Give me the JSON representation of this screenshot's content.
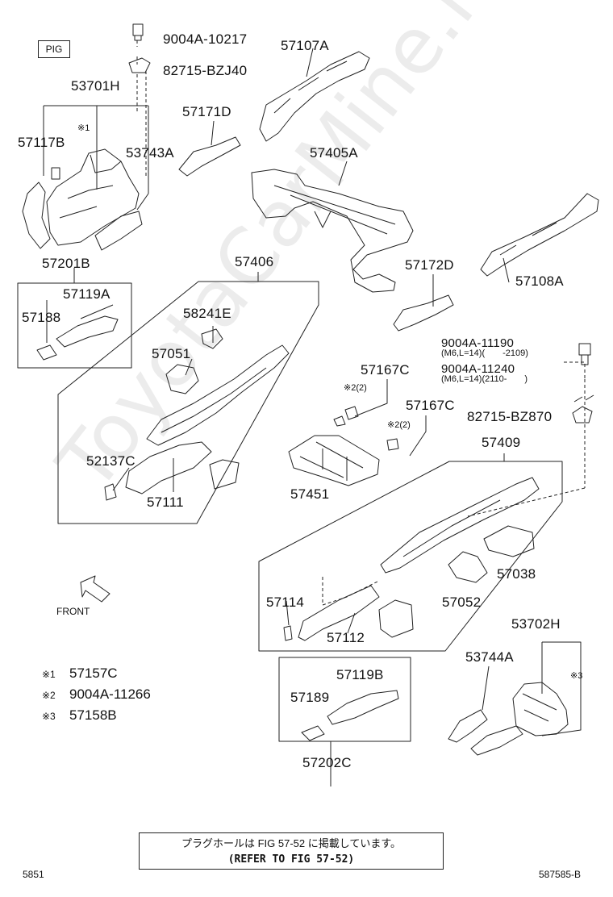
{
  "figure_badge": "PIG",
  "watermark": "ToyotaCarMine.ru",
  "parts": {
    "p9004A10217": "9004A-10217",
    "p82715BZJ40": "82715-BZJ40",
    "p53701H": "53701H",
    "p57107A": "57107A",
    "p57171D": "57171D",
    "p57117B": "57117B",
    "p53743A": "53743A",
    "p57405A": "57405A",
    "p57201B": "57201B",
    "p57406": "57406",
    "p57119A": "57119A",
    "p57188": "57188",
    "p58241E": "58241E",
    "p57051": "57051",
    "p57108A": "57108A",
    "p57172D": "57172D",
    "p9004A11190": "9004A-11190",
    "p9004A11240": "9004A-11240",
    "p57167C_1": "57167C",
    "p57167C_2": "57167C",
    "p82715BZ870": "82715-BZ870",
    "p52137C": "52137C",
    "p57111": "57111",
    "p57451": "57451",
    "p57409": "57409",
    "p57038": "57038",
    "p57052": "57052",
    "p57114": "57114",
    "p57112": "57112",
    "p53702H": "53702H",
    "p53744A": "53744A",
    "p57119B": "57119B",
    "p57189": "57189",
    "p57202C": "57202C"
  },
  "notes": {
    "n11190": "(M6,L=14)(　　-2109)",
    "n11240": "(M6,L=14)(2110-　　)",
    "mark1": "※1",
    "mark2a": "※2(2)",
    "mark2b": "※2(2)",
    "mark3": "※3"
  },
  "front_label": "FRONT",
  "legend": [
    {
      "mark": "※1",
      "part": "57157C"
    },
    {
      "mark": "※2",
      "part": "9004A-11266"
    },
    {
      "mark": "※3",
      "part": "57158B"
    }
  ],
  "reference": {
    "japanese": "プラグホールは FIG 57-52 に掲載しています。",
    "english": "(REFER TO FIG 57-52)"
  },
  "footer_left": "5851",
  "footer_right": "587585-B"
}
